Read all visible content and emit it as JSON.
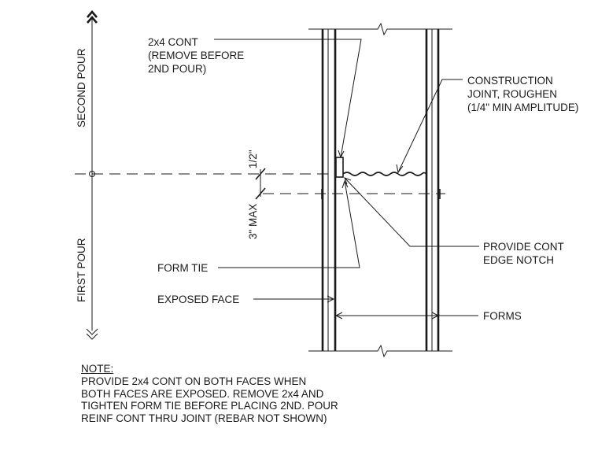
{
  "labels": {
    "second_pour": "SECOND POUR",
    "first_pour": "FIRST POUR",
    "cont_2x4": [
      "2x4 CONT",
      "(REMOVE BEFORE",
      "2ND POUR)"
    ],
    "construction_joint": [
      "CONSTRUCTION",
      "JOINT, ROUGHEN",
      "(1/4\" MIN AMPLITUDE)"
    ],
    "half_inch": "1/2\"",
    "three_max": "3\" MAX",
    "provide_notch": [
      "PROVIDE CONT",
      "EDGE NOTCH"
    ],
    "form_tie": "FORM TIE",
    "exposed_face": "EXPOSED FACE",
    "forms": "FORMS"
  },
  "note": {
    "heading": "NOTE:",
    "lines": [
      "PROVIDE 2x4 CONT ON BOTH FACES WHEN",
      "BOTH FACES ARE EXPOSED. REMOVE 2x4 AND",
      "TIGHTEN FORM TIE BEFORE PLACING 2ND. POUR",
      "REINF CONT THRU JOINT (REBAR NOT SHOWN)"
    ]
  },
  "colors": {
    "ink": "#1a1a1a",
    "paper": "#ffffff"
  }
}
